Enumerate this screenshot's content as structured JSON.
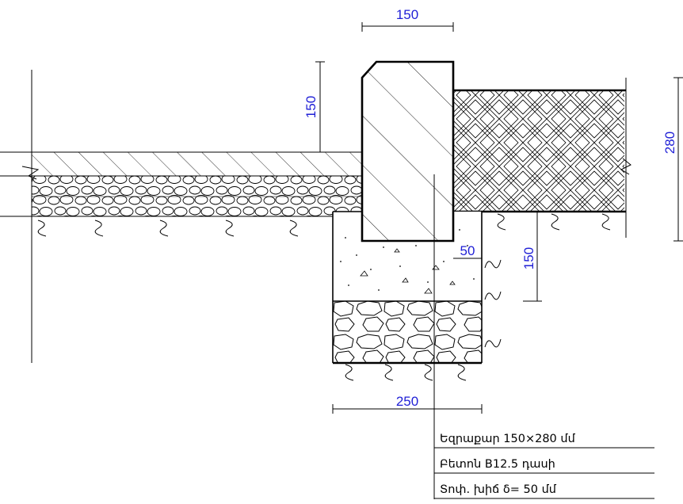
{
  "dimensions": {
    "curb_width": "150",
    "curb_height": "280",
    "curb_above_surface": "150",
    "concrete_thickness": "150",
    "concrete_edge": "50",
    "foundation_width": "250"
  },
  "notes": [
    "Եզրաքար 150×280 մմ",
    "Բետոն B12.5 դասի",
    "Տոփ. խիճ δ= 50 մմ"
  ],
  "colors": {
    "dimension_text": "#1f1fd6",
    "line": "#000000"
  }
}
